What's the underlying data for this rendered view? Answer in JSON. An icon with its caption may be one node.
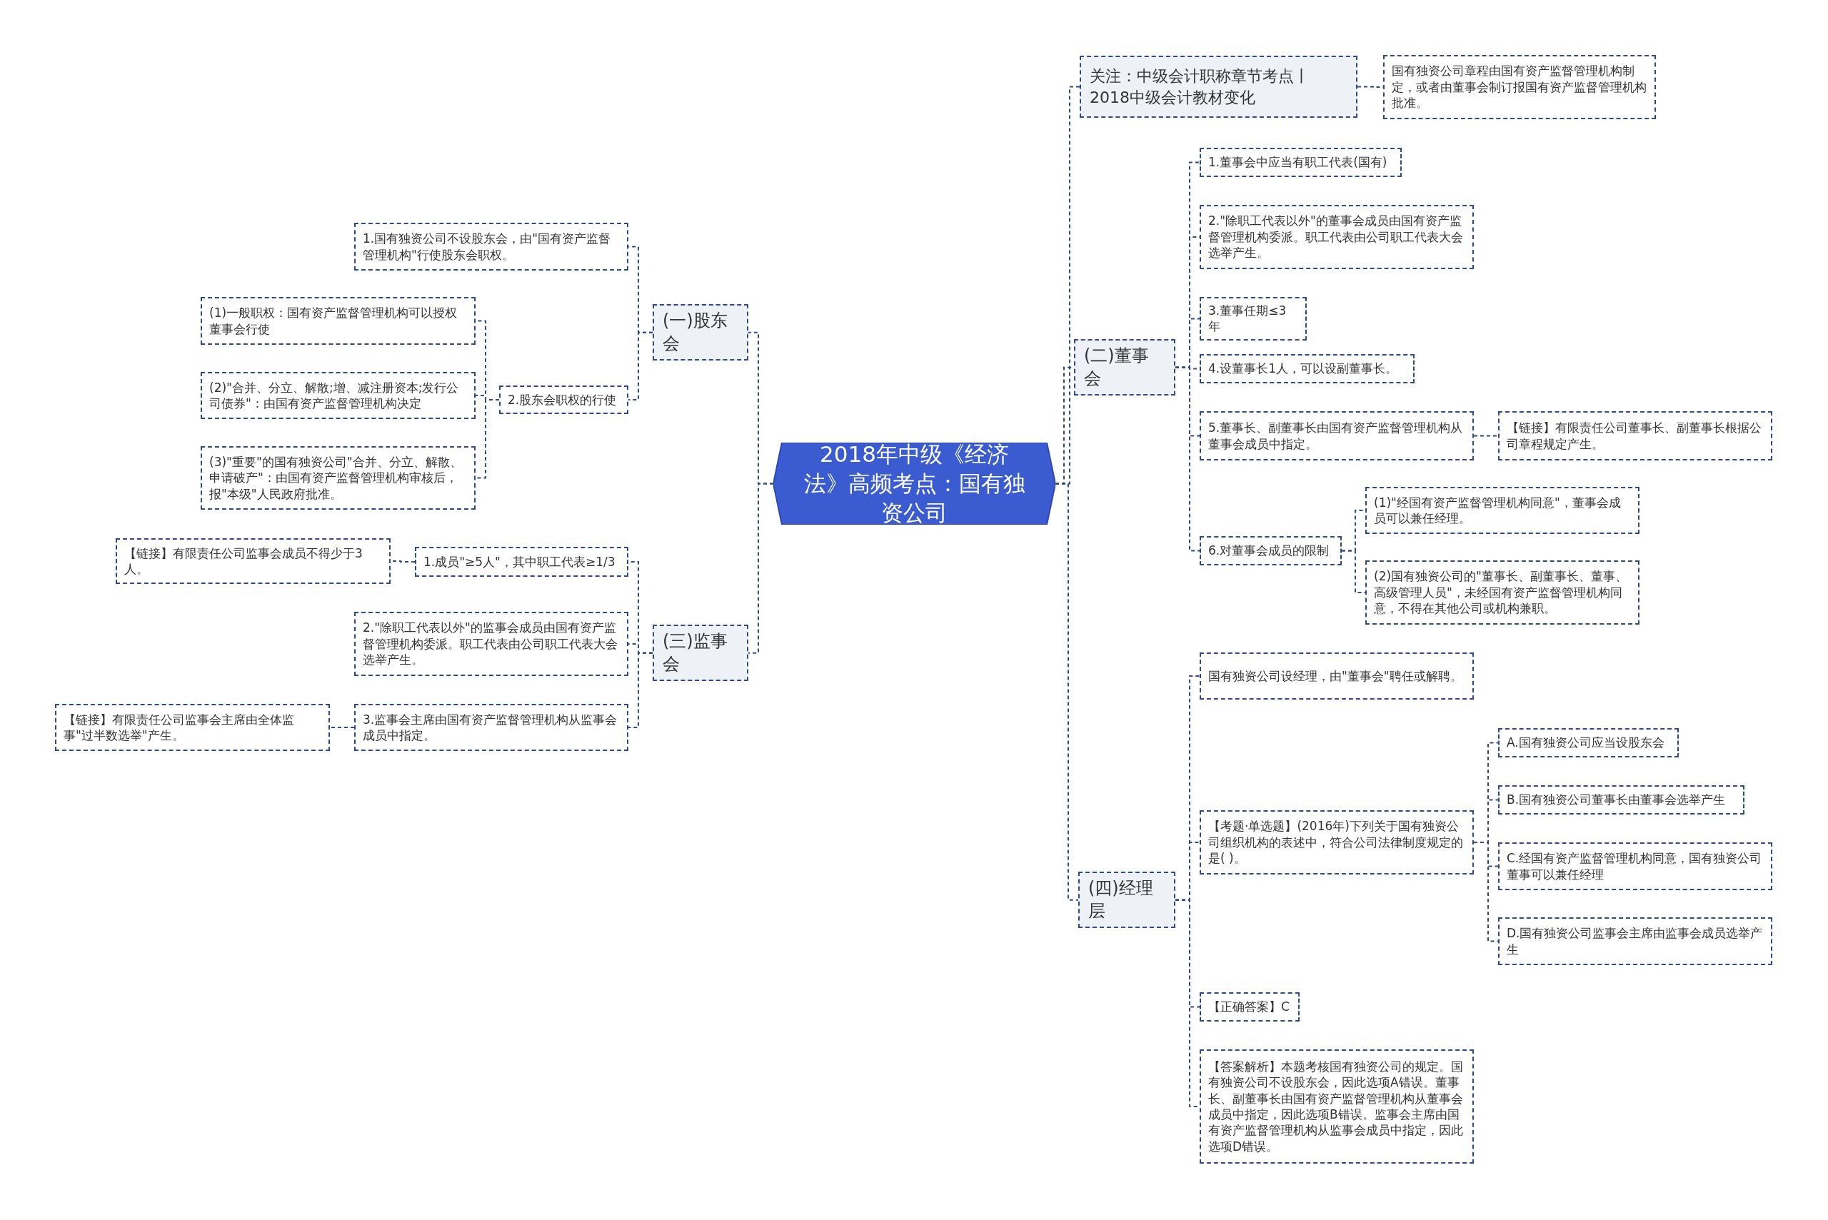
{
  "diagram": {
    "nodes": [
      {
        "text": [
          "2018年中级《经济法》高频考点：国有独资公司"
        ]
      },
      {
        "text": [
          "(一)股东会"
        ]
      },
      {
        "text": [
          "1.国有独资公司不设股东会，由\"国有资产监督管理机构\"行使股东会职权。"
        ]
      },
      {
        "text": [
          "2.股东会职权的行使"
        ]
      },
      {
        "text": [
          "(1)一般职权：国有资产监督管理机构可以授权董事会行使"
        ]
      },
      {
        "text": [
          "(2)\"合并、分立、解散;增、减注册资本;发行公司债券\"：由国有资产监督管理机构决定"
        ]
      },
      {
        "text": [
          "(3)\"重要\"的国有独资公司\"合并、分立、解散、申请破产\"：由国有资产监督管理机构审核后，报\"本级\"人民政府批准。"
        ]
      },
      {
        "text": [
          "(三)监事会"
        ]
      },
      {
        "text": [
          "1.成员\"≥5人\"，其中职工代表≥1/3"
        ]
      },
      {
        "text": [
          "【链接】有限责任公司监事会成员不得少于3人。"
        ]
      },
      {
        "text": [
          "2.\"除职工代表以外\"的监事会成员由国有资产监督管理机构委派。职工代表由公司职工代表大会选举产生。"
        ]
      },
      {
        "text": [
          "3.监事会主席由国有资产监督管理机构从监事会成员中指定。"
        ]
      },
      {
        "text": [
          "【链接】有限责任公司监事会主席由全体监事\"过半数选举\"产生。"
        ]
      },
      {
        "text": [
          "关注：中级会计职称章节考点丨2018中级会计教材变化"
        ]
      },
      {
        "text": [
          "国有独资公司章程由国有资产监督管理机构制定，或者由董事会制订报国有资产监督管理机构批准。"
        ]
      },
      {
        "text": [
          "(二)董事会"
        ]
      },
      {
        "text": [
          "1.董事会中应当有职工代表(国有)"
        ]
      },
      {
        "text": [
          "2.\"除职工代表以外\"的董事会成员由国有资产监督管理机构委派。职工代表由公司职工代表大会选举产生。"
        ]
      },
      {
        "text": [
          "3.董事任期≤3年"
        ]
      },
      {
        "text": [
          "4.设董事长1人，可以设副董事长。"
        ]
      },
      {
        "text": [
          "5.董事长、副董事长由国有资产监督管理机构从董事会成员中指定。"
        ]
      },
      {
        "text": [
          "【链接】有限责任公司董事长、副董事长根据公司章程规定产生。"
        ]
      },
      {
        "text": [
          "6.对董事会成员的限制"
        ]
      },
      {
        "text": [
          "(1)\"经国有资产监督管理机构同意\"，董事会成员可以兼任经理。"
        ]
      },
      {
        "text": [
          "(2)国有独资公司的\"董事长、副董事长、董事、高级管理人员\"，未经国有资产监督管理机构同意，不得在其他公司或机构兼职。"
        ]
      },
      {
        "text": [
          "(四)经理层"
        ]
      },
      {
        "text": [
          "国有独资公司设经理，由\"董事会\"聘任或解聘。"
        ]
      },
      {
        "text": [
          "【考题·单选题】(2016年)下列关于国有独资公司组织机构的表述中，符合公司法律制度规定的是( )。"
        ]
      },
      {
        "text": [
          "A.国有独资公司应当设股东会"
        ]
      },
      {
        "text": [
          "B.国有独资公司董事长由董事会选举产生"
        ]
      },
      {
        "text": [
          "C.经国有资产监督管理机构同意，国有独资公司董事可以兼任经理"
        ]
      },
      {
        "text": [
          "D.国有独资公司监事会主席由监事会成员选举产生"
        ]
      },
      {
        "text": [
          "【正确答案】C"
        ]
      },
      {
        "text": [
          "【答案解析】本题考核国有独资公司的规定。国有独资公司不设股东会，因此选项A错误。董事长、副董事长由国有资产监督管理机构从董事会成员中指定，因此选项B错误。监事会主席由国有资产监督管理机构从监事会成员中指定，因此选项D错误。"
        ]
      }
    ],
    "edges": [
      {
        "from": 0,
        "to": 1,
        "arrow": "none"
      },
      {
        "from": 0,
        "to": 7,
        "arrow": "none"
      },
      {
        "from": 0,
        "to": 13,
        "arrow": "none"
      },
      {
        "from": 0,
        "to": 15,
        "arrow": "none"
      },
      {
        "from": 0,
        "to": 25,
        "arrow": "none"
      },
      {
        "from": 1,
        "to": 2,
        "arrow": "none"
      },
      {
        "from": 1,
        "to": 3,
        "arrow": "none"
      },
      {
        "from": 3,
        "to": 4,
        "arrow": "none"
      },
      {
        "from": 3,
        "to": 5,
        "arrow": "none"
      },
      {
        "from": 3,
        "to": 6,
        "arrow": "none"
      },
      {
        "from": 7,
        "to": 8,
        "arrow": "none"
      },
      {
        "from": 7,
        "to": 10,
        "arrow": "none"
      },
      {
        "from": 7,
        "to": 11,
        "arrow": "none"
      },
      {
        "from": 8,
        "to": 9,
        "arrow": "none"
      },
      {
        "from": 11,
        "to": 12,
        "arrow": "none"
      },
      {
        "from": 13,
        "to": 14,
        "arrow": "none"
      },
      {
        "from": 15,
        "to": 16,
        "arrow": "none"
      },
      {
        "from": 15,
        "to": 17,
        "arrow": "none"
      },
      {
        "from": 15,
        "to": 18,
        "arrow": "none"
      },
      {
        "from": 15,
        "to": 19,
        "arrow": "none"
      },
      {
        "from": 15,
        "to": 20,
        "arrow": "none"
      },
      {
        "from": 15,
        "to": 22,
        "arrow": "none"
      },
      {
        "from": 20,
        "to": 21,
        "arrow": "none"
      },
      {
        "from": 22,
        "to": 23,
        "arrow": "none"
      },
      {
        "from": 22,
        "to": 24,
        "arrow": "none"
      },
      {
        "from": 25,
        "to": 26,
        "arrow": "none"
      },
      {
        "from": 25,
        "to": 27,
        "arrow": "none"
      },
      {
        "from": 25,
        "to": 32,
        "arrow": "none"
      },
      {
        "from": 25,
        "to": 33,
        "arrow": "none"
      },
      {
        "from": 27,
        "to": 28,
        "arrow": "none"
      },
      {
        "from": 27,
        "to": 29,
        "arrow": "none"
      },
      {
        "from": 27,
        "to": 30,
        "arrow": "none"
      },
      {
        "from": 27,
        "to": 31,
        "arrow": "none"
      }
    ]
  }
}
